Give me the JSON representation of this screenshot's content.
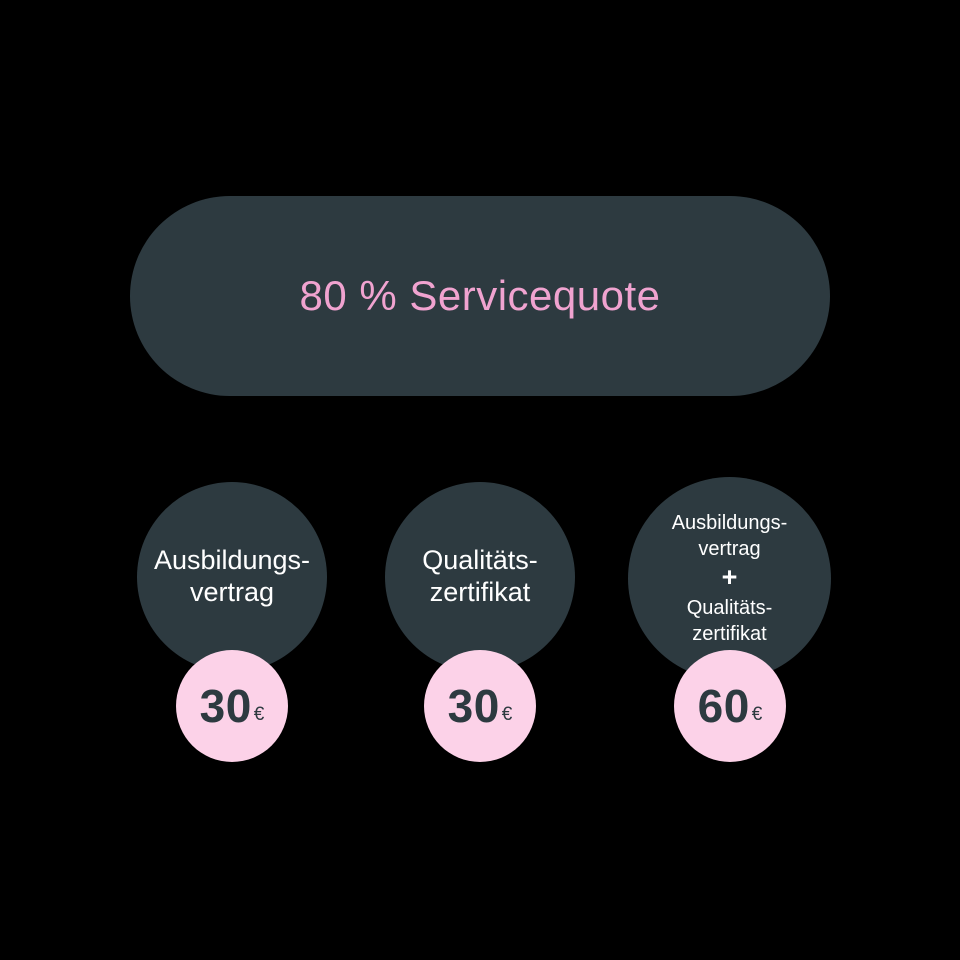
{
  "colors": {
    "background": "#000000",
    "shape": "#2d3a40",
    "pink_text": "#f0a3d0",
    "pink_circle": "#fcd2e8",
    "circle_text": "#ffffff"
  },
  "banner": {
    "title": "80 % Servicequote"
  },
  "items": [
    {
      "label_lines": [
        "Ausbildungs-",
        "vertrag"
      ],
      "price": "30",
      "currency": "€"
    },
    {
      "label_lines": [
        "Qualitäts-",
        "zertifikat"
      ],
      "price": "30",
      "currency": "€"
    },
    {
      "label_lines": [
        "Ausbildungs-",
        "vertrag",
        "+",
        "Qualitäts-",
        "zertifikat"
      ],
      "price": "60",
      "currency": "€"
    }
  ]
}
